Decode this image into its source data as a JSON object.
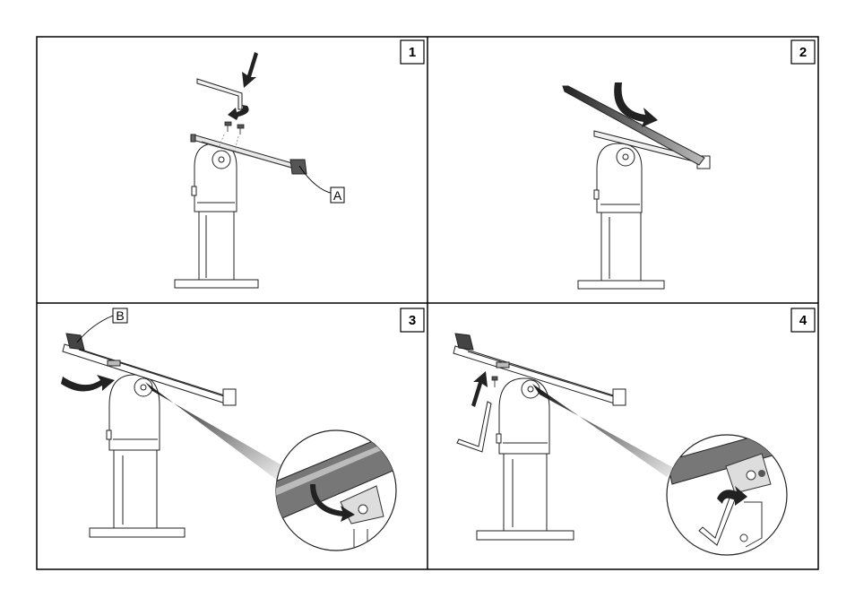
{
  "steps": [
    {
      "number": "1",
      "callout": "A"
    },
    {
      "number": "2"
    },
    {
      "number": "3",
      "callout": "B"
    },
    {
      "number": "4"
    }
  ]
}
